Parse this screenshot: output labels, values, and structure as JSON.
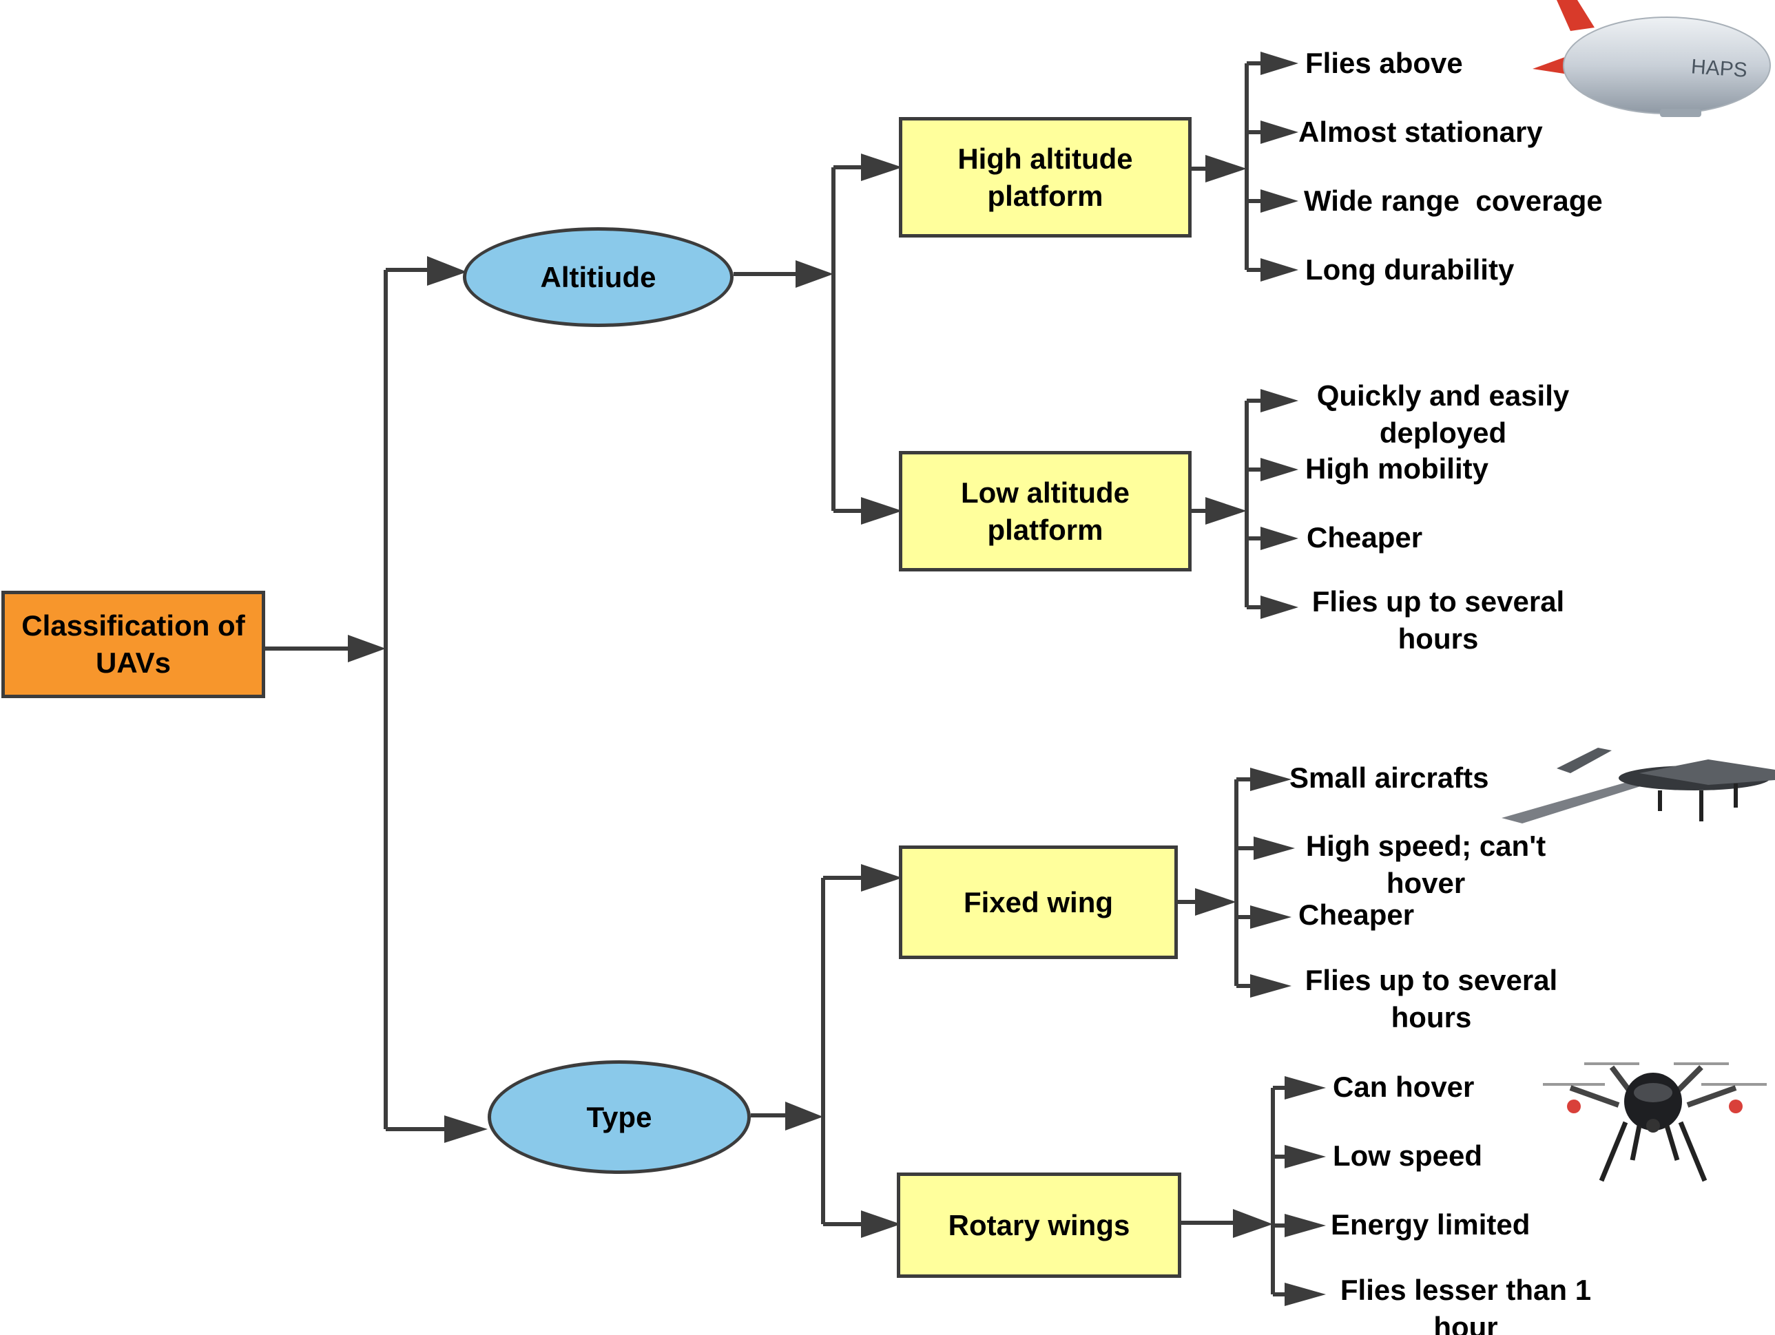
{
  "root": {
    "label": "Classification of\nUAVs"
  },
  "categories": {
    "altitude": {
      "label": "Altitiude"
    },
    "type": {
      "label": "Type"
    }
  },
  "platforms": {
    "high": {
      "label": "High altitude\nplatform",
      "features": [
        "Flies above",
        "Almost stationary",
        "Wide range  coverage",
        "Long durability"
      ]
    },
    "low": {
      "label": "Low altitude\nplatform",
      "features": [
        "Quickly and easily\ndeployed",
        "High mobility",
        "Cheaper",
        "Flies up to several\nhours"
      ]
    },
    "fixed": {
      "label": "Fixed wing",
      "features": [
        "Small aircrafts",
        "High speed; can't\nhover",
        "Cheaper",
        "Flies up to several\nhours"
      ]
    },
    "rotary": {
      "label": "Rotary wings",
      "features": [
        "Can hover",
        "Low speed",
        "Energy limited",
        "Flies lesser than 1\nhour"
      ]
    }
  },
  "images": {
    "airship_text": "HAPS"
  },
  "colors": {
    "root_fill": "#f7962c",
    "ellipse_fill": "#8ac9ea",
    "box_fill": "#ffff9c",
    "line": "#3c3c3c"
  }
}
